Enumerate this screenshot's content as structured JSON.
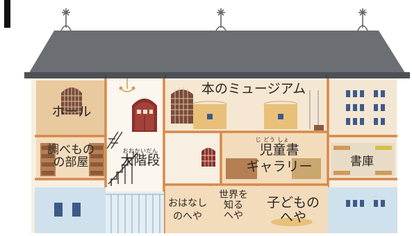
{
  "illustration": {
    "theme_colors": {
      "roof": "#6b6e72",
      "roof_edge": "#4d5054",
      "wall": "#f6efe2",
      "room_warm": "#f3dcbc",
      "room_tan": "#e9c99e",
      "beam": "#d7894a",
      "ground": "#cfe1ec",
      "window_blue": "#3d5a8a",
      "door_red": "#8c2f2a"
    },
    "icons": [
      "finial-icon",
      "chandelier-icon",
      "arched-window-icon",
      "door-icon",
      "staircase-icon",
      "bookshelf-icon",
      "display-case-icon",
      "gate-icon"
    ]
  },
  "rooms": {
    "hall": {
      "label": "ホール"
    },
    "study_room": {
      "lines": [
        "調べもの",
        "の部屋"
      ]
    },
    "grand_staircase": {
      "label": "大階段",
      "ruby": "おおかいだん"
    },
    "museum": {
      "label": "本のミュージアム"
    },
    "gallery": {
      "lines": [
        "児童書",
        "ギャラリー"
      ],
      "ruby": "じ どう しょ"
    },
    "stacks": {
      "label": "書庫"
    },
    "story_room": {
      "lines": [
        "おはなし",
        "のへや"
      ]
    },
    "world_room": {
      "lines": [
        "世界を",
        "知る",
        "へや"
      ]
    },
    "kids_room": {
      "lines": [
        "子どもの",
        "へや"
      ]
    }
  }
}
